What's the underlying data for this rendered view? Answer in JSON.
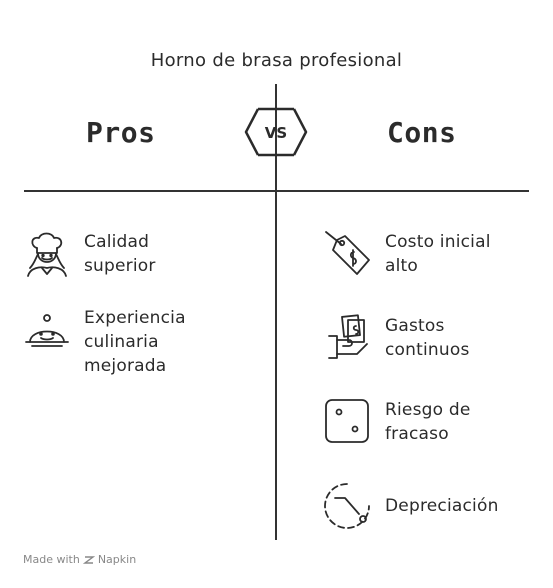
{
  "title": "Horno de brasa profesional",
  "pros": {
    "heading": "Pros",
    "items": [
      {
        "label": "Calidad\nsuperior",
        "icon": "chef-icon"
      },
      {
        "label": "Experiencia\nculinaria\nmejorada",
        "icon": "serving-dish-icon"
      }
    ]
  },
  "cons": {
    "heading": "Cons",
    "items": [
      {
        "label": "Costo inicial\nalto",
        "icon": "price-tag-icon"
      },
      {
        "label": "Gastos\ncontinuos",
        "icon": "hand-money-icon"
      },
      {
        "label": "Riesgo de\nfracaso",
        "icon": "dice-icon"
      },
      {
        "label": "Depreciación",
        "icon": "declining-dial-icon"
      }
    ]
  },
  "vs_label": "VS",
  "footer": {
    "prefix": "Made with",
    "brand": "Napkin"
  }
}
